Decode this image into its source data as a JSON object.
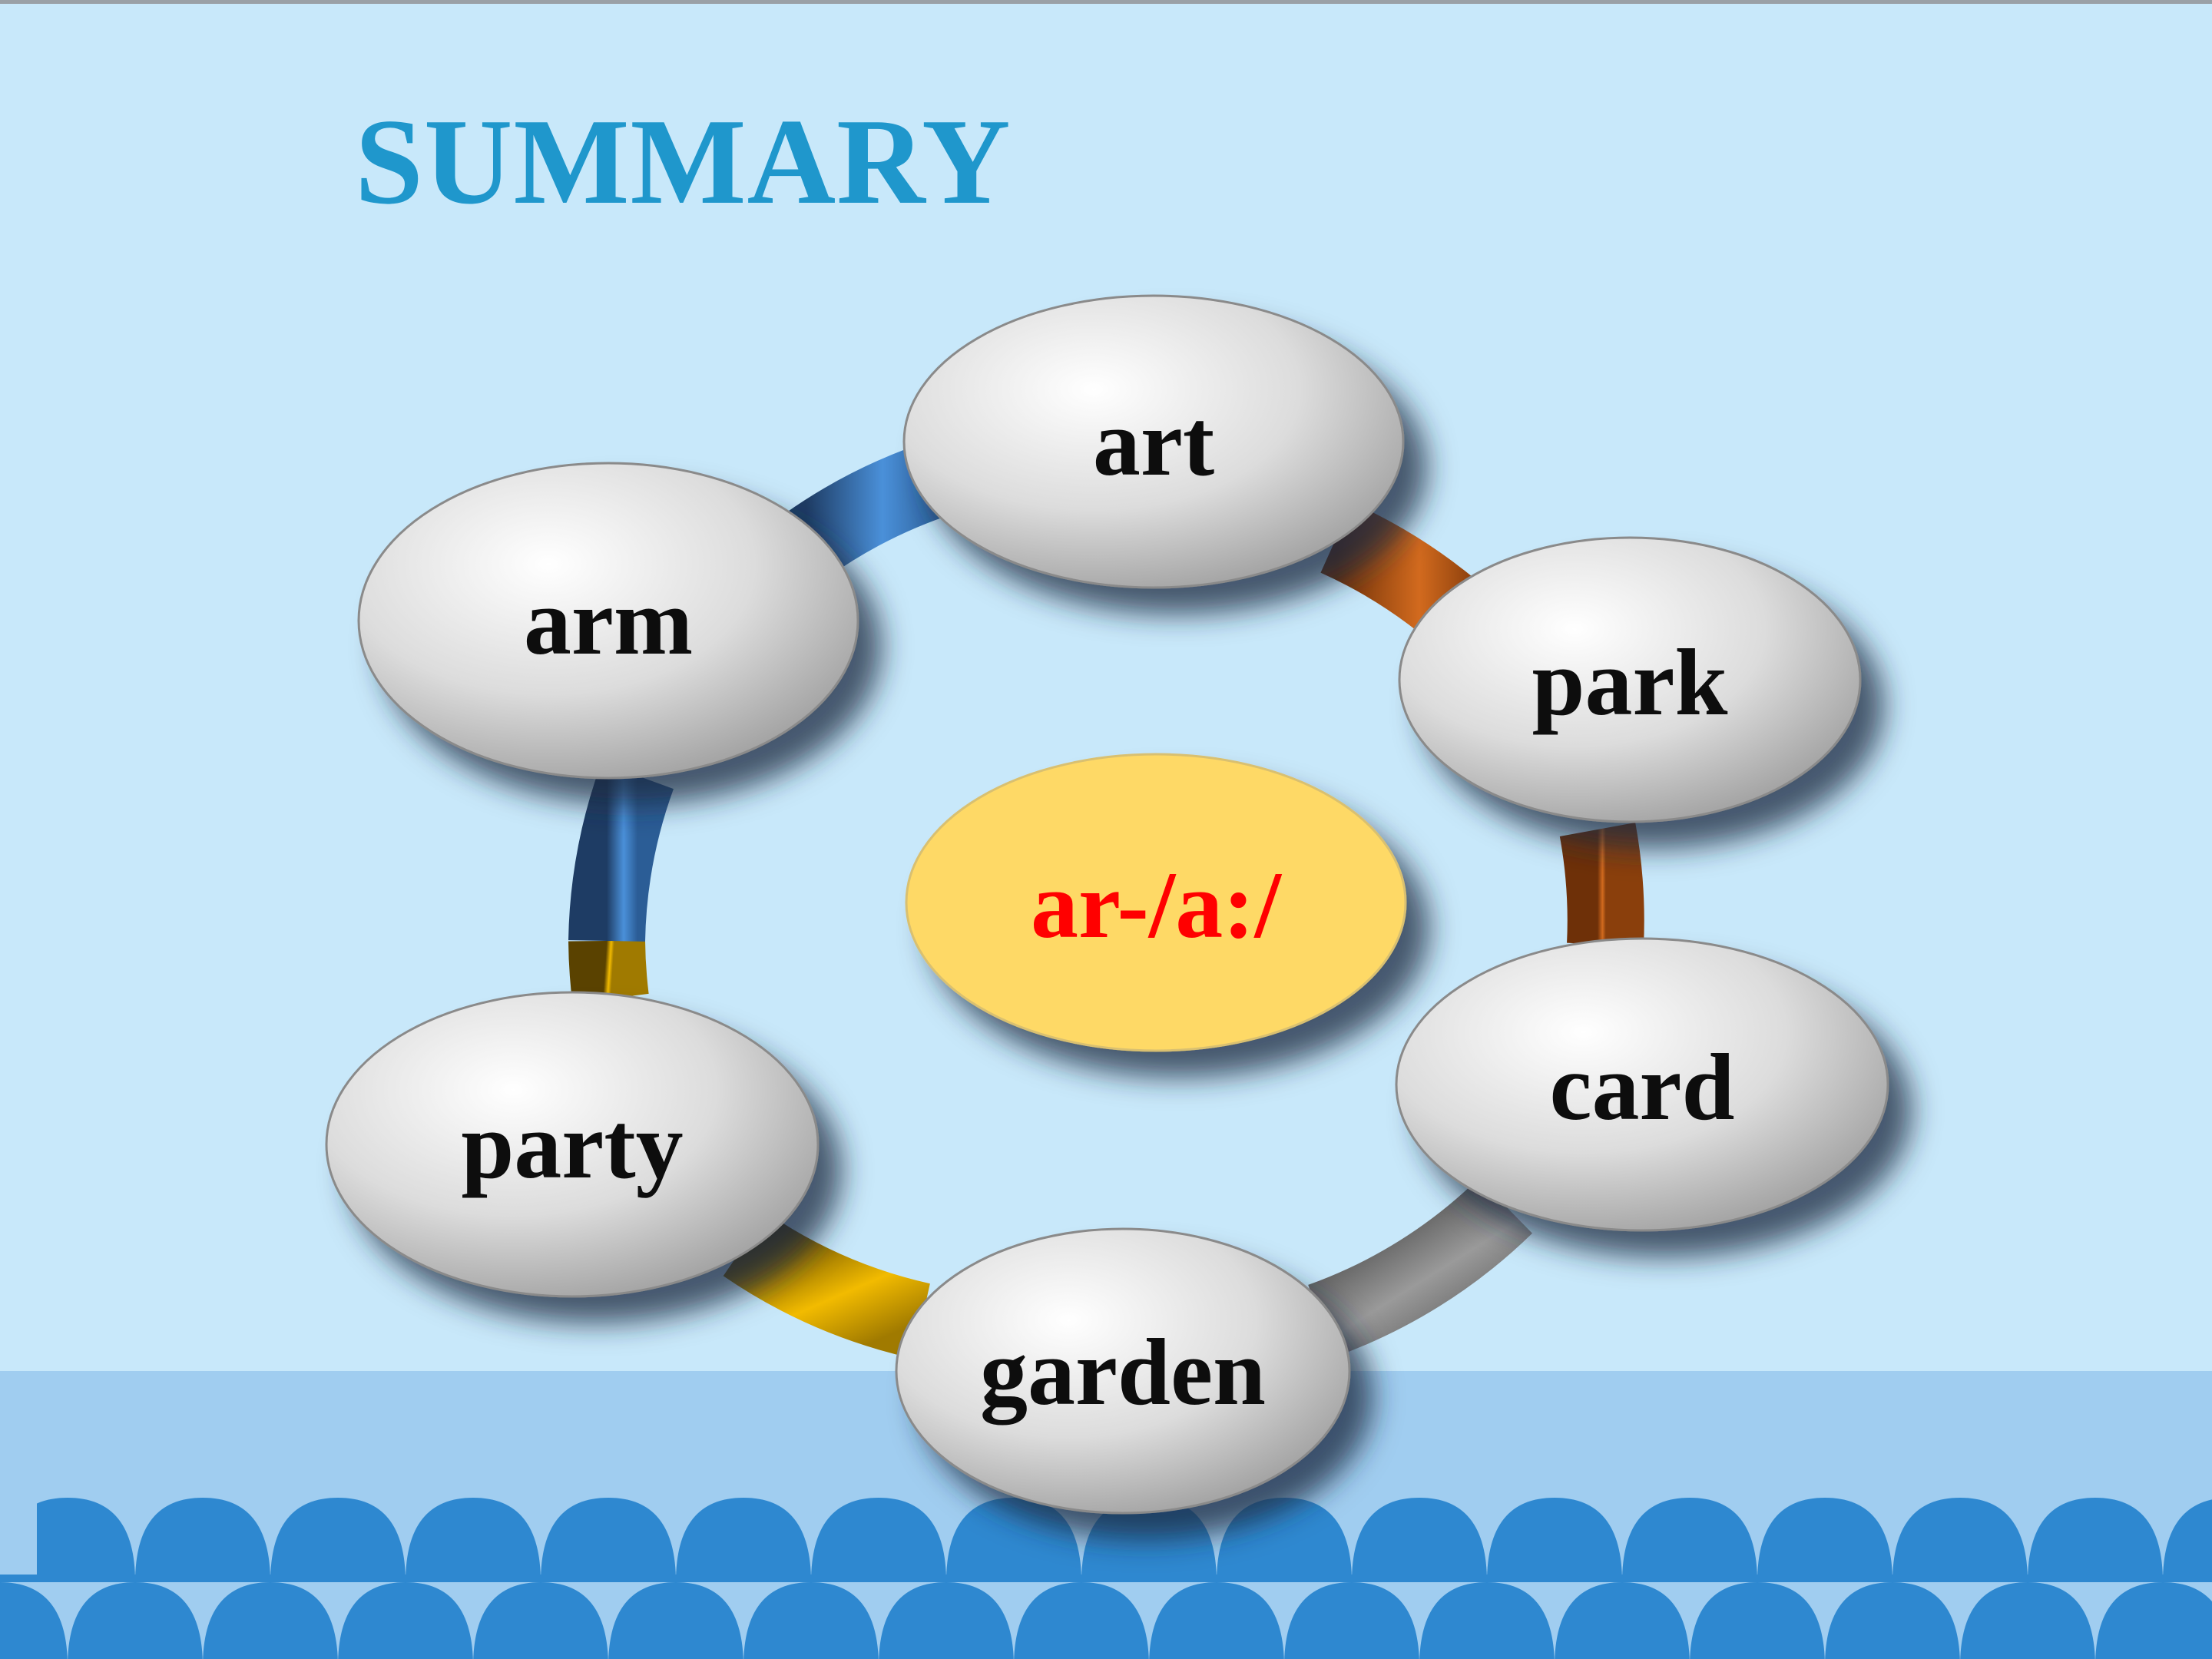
{
  "slide": {
    "title": "SUMMARY",
    "center": {
      "label": "ar-/a:/",
      "fill": "#fed966",
      "text_color": "#ff0000"
    },
    "nodes": [
      {
        "id": "art",
        "label": "art"
      },
      {
        "id": "park",
        "label": "park"
      },
      {
        "id": "card",
        "label": "card"
      },
      {
        "id": "garden",
        "label": "garden"
      },
      {
        "id": "party",
        "label": "party"
      },
      {
        "id": "arm",
        "label": "arm"
      }
    ],
    "ring_colors": {
      "blue": "#4a90d9",
      "orange": "#d26a1e",
      "gray": "#8a8a8a",
      "gold": "#e8b400"
    },
    "theme": {
      "background": "#c8e8fa",
      "title_color": "#1f97cc",
      "ground_band": "#a0cdf0",
      "wave_color": "#2e88d0",
      "node_fill": "#e2e2e2"
    }
  }
}
